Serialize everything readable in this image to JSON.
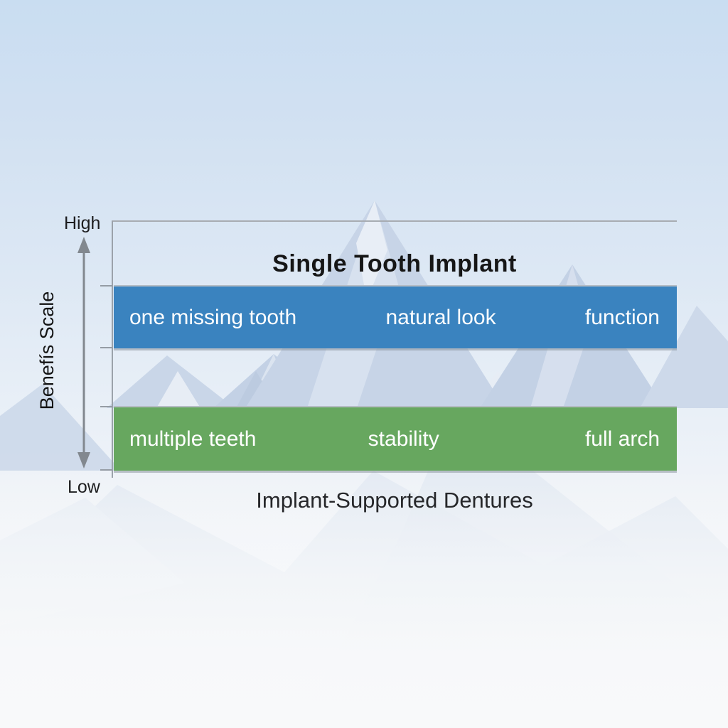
{
  "chart_data": {
    "type": "bar",
    "orientation": "horizontal",
    "ylabel": "Benefís Scale",
    "y_axis_ticks": [
      "High",
      "Low"
    ],
    "grid": "off",
    "legend": "none",
    "series": [
      {
        "name": "Single Tooth Implant",
        "benefit_level": "high",
        "color": "#3a83bf",
        "attributes": [
          "one missing tooth",
          "natural look",
          "function"
        ]
      },
      {
        "name": "Implant-Supported Dentures",
        "benefit_level": "low",
        "color": "#67a75f",
        "attributes": [
          "multiple teeth",
          "stability",
          "full arch"
        ]
      }
    ]
  },
  "y_axis": {
    "high_label": "High",
    "low_label": "Low",
    "scale_label": "Benefís Scale"
  },
  "top_series": {
    "title": "Single Tooth Implant",
    "items": [
      "one missing tooth",
      "natural look",
      "function"
    ],
    "color": "#3a83bf"
  },
  "bottom_series": {
    "title": "Implant-Supported Dentures",
    "items": [
      "multiple teeth",
      "stability",
      "full arch"
    ],
    "color": "#67a75f"
  },
  "colors": {
    "top_bar": "#3a83bf",
    "bottom_bar": "#67a75f",
    "axis_line": "#9ba2aa",
    "arrow": "#82888f",
    "sky_top": "#c9ddf1",
    "mountain": "#c7d4e7"
  }
}
